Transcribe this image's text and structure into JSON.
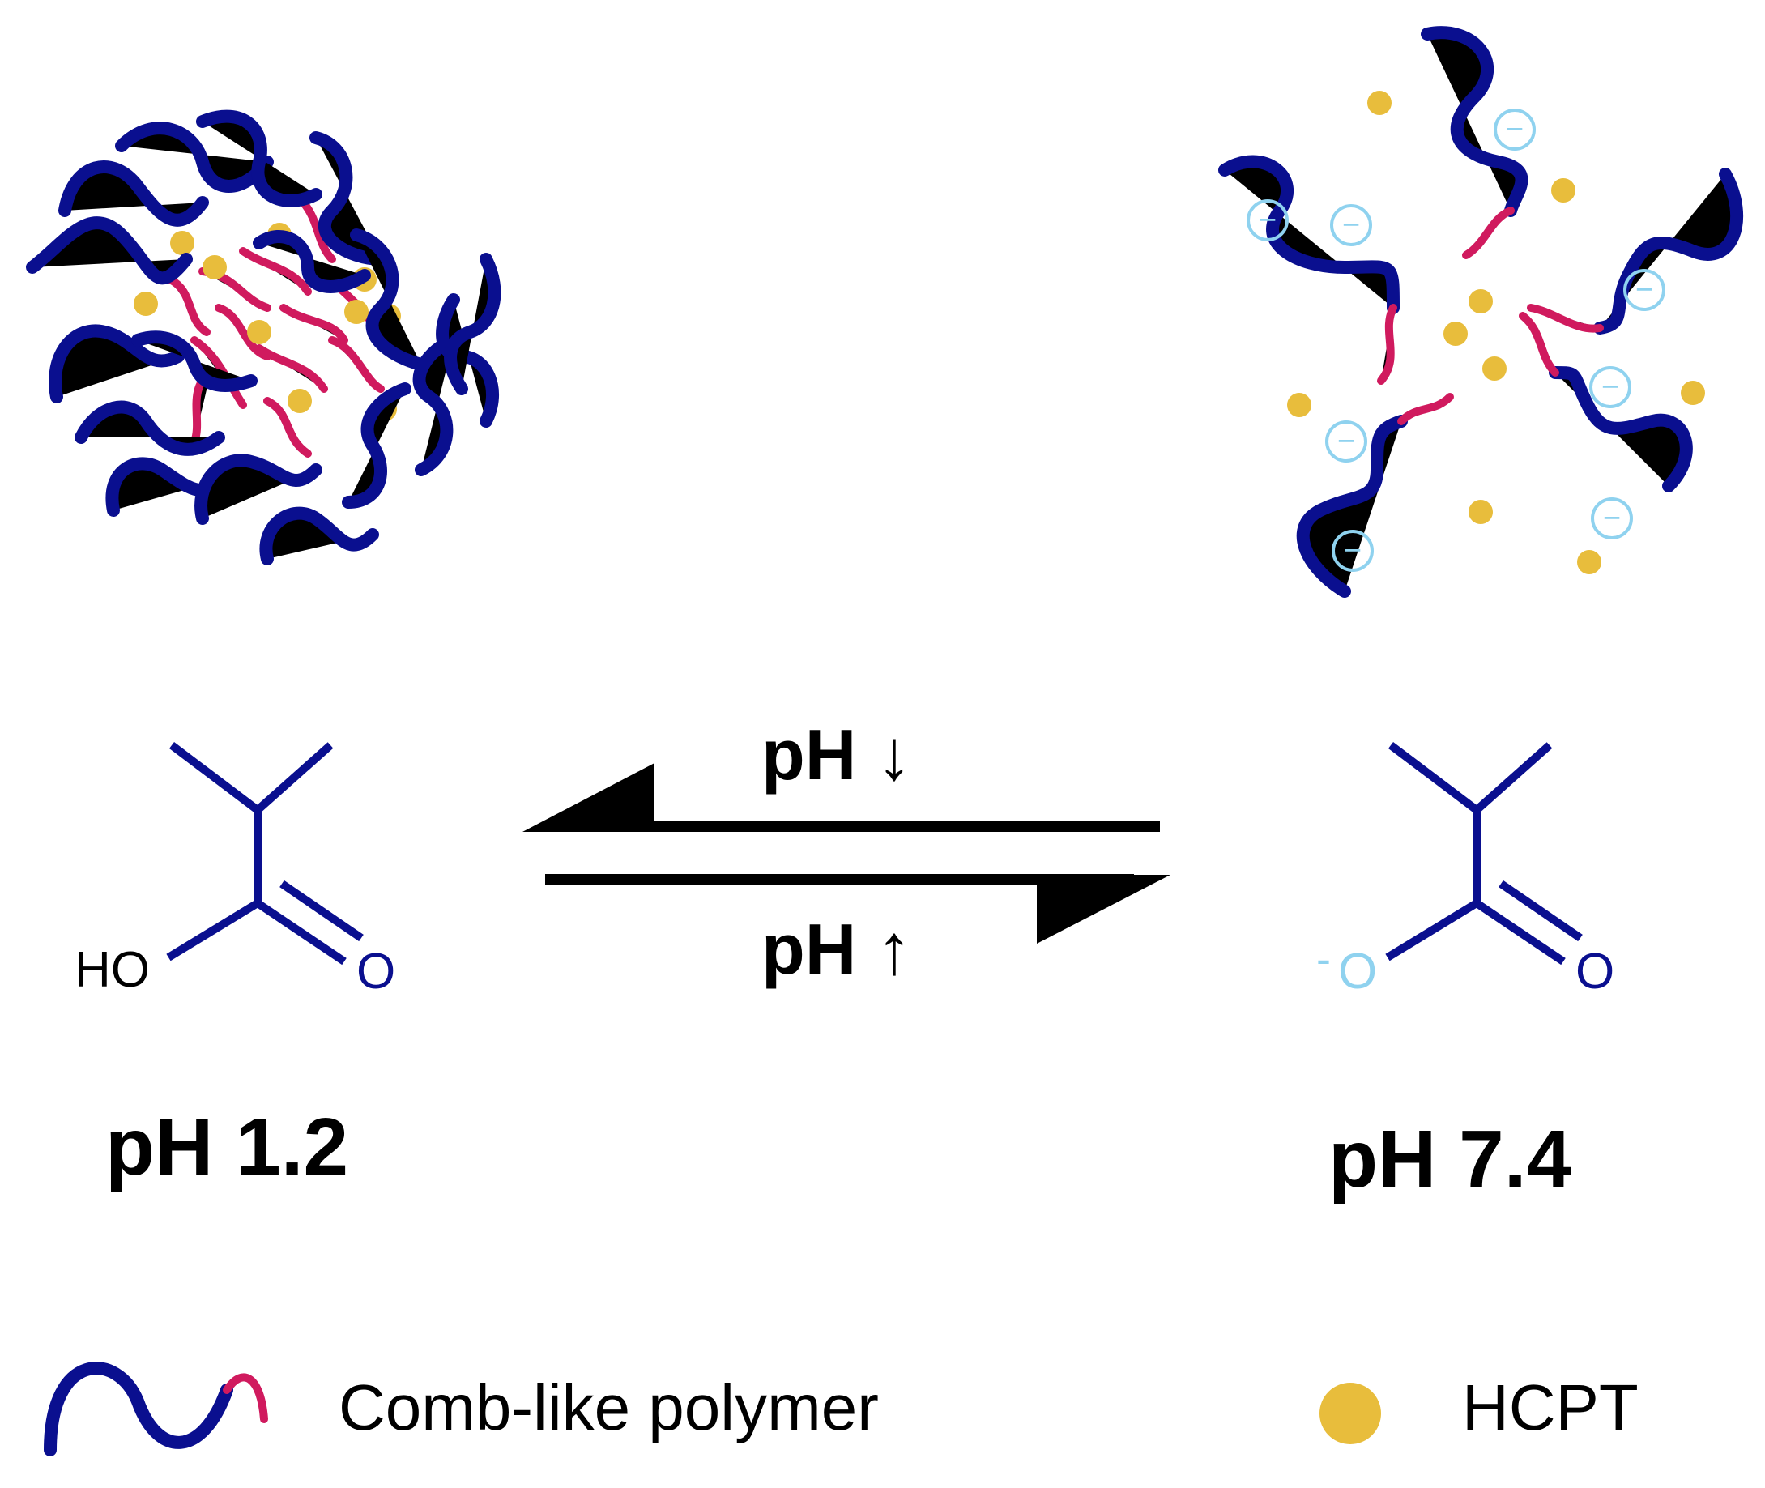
{
  "colors": {
    "polymer": "#0a0f8f",
    "segment": "#d01a5e",
    "drug": "#e8bd3c",
    "charge": "#8fd2ef",
    "text": "#000000"
  },
  "left_state": {
    "label": "pH 1.2",
    "hydroxyl": "HO",
    "carbonyl_o": "O"
  },
  "right_state": {
    "label": "pH 7.4",
    "anion_sign": "-",
    "anion_o": "O",
    "carbonyl_o": "O",
    "charge_symbol": "−"
  },
  "equilibrium": {
    "top_label": "pH ↓",
    "bottom_label": "pH ↑"
  },
  "legend": {
    "polymer_label": "Comb-like polymer",
    "drug_label": "HCPT"
  }
}
